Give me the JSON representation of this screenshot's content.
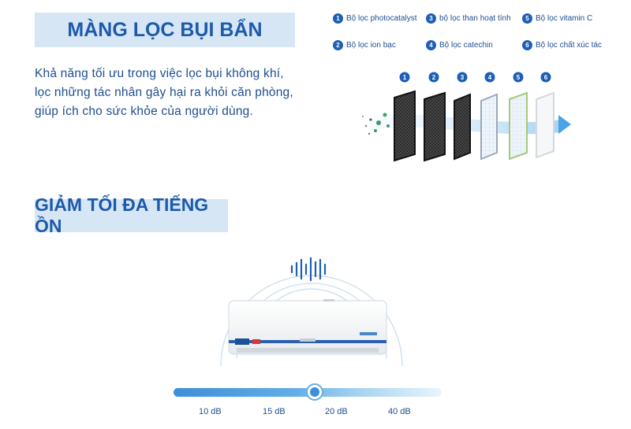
{
  "section1": {
    "title": "MÀNG LỌC BỤI BẨN",
    "description": "Khả năng tối ưu trong việc lọc bụi không khí, lọc những tác nhân gây hại ra khỏi căn phòng, giúp ích cho sức khỏe của người dùng."
  },
  "filters": [
    {
      "num": "1",
      "label": "Bộ lọc photocatalyst"
    },
    {
      "num": "2",
      "label": "Bộ lọc ion bạc"
    },
    {
      "num": "3",
      "label": "bộ lọc than hoạt tính"
    },
    {
      "num": "4",
      "label": "Bộ lọc catechin"
    },
    {
      "num": "5",
      "label": "Bộ lọc vitamin C"
    },
    {
      "num": "6",
      "label": "Bộ lọc chất xúc tác"
    }
  ],
  "section2": {
    "title": "GIẢM TỐI ĐA TIẾNG ỒN"
  },
  "noise_scale": {
    "labels": [
      "10 dB",
      "15 dB",
      "20 dB",
      "40 dB"
    ],
    "current": "20 dB"
  },
  "colors": {
    "brand_blue": "#1c5aab",
    "banner_bg": "#d6e6f4",
    "slider_blue": "#3d8fd9"
  }
}
